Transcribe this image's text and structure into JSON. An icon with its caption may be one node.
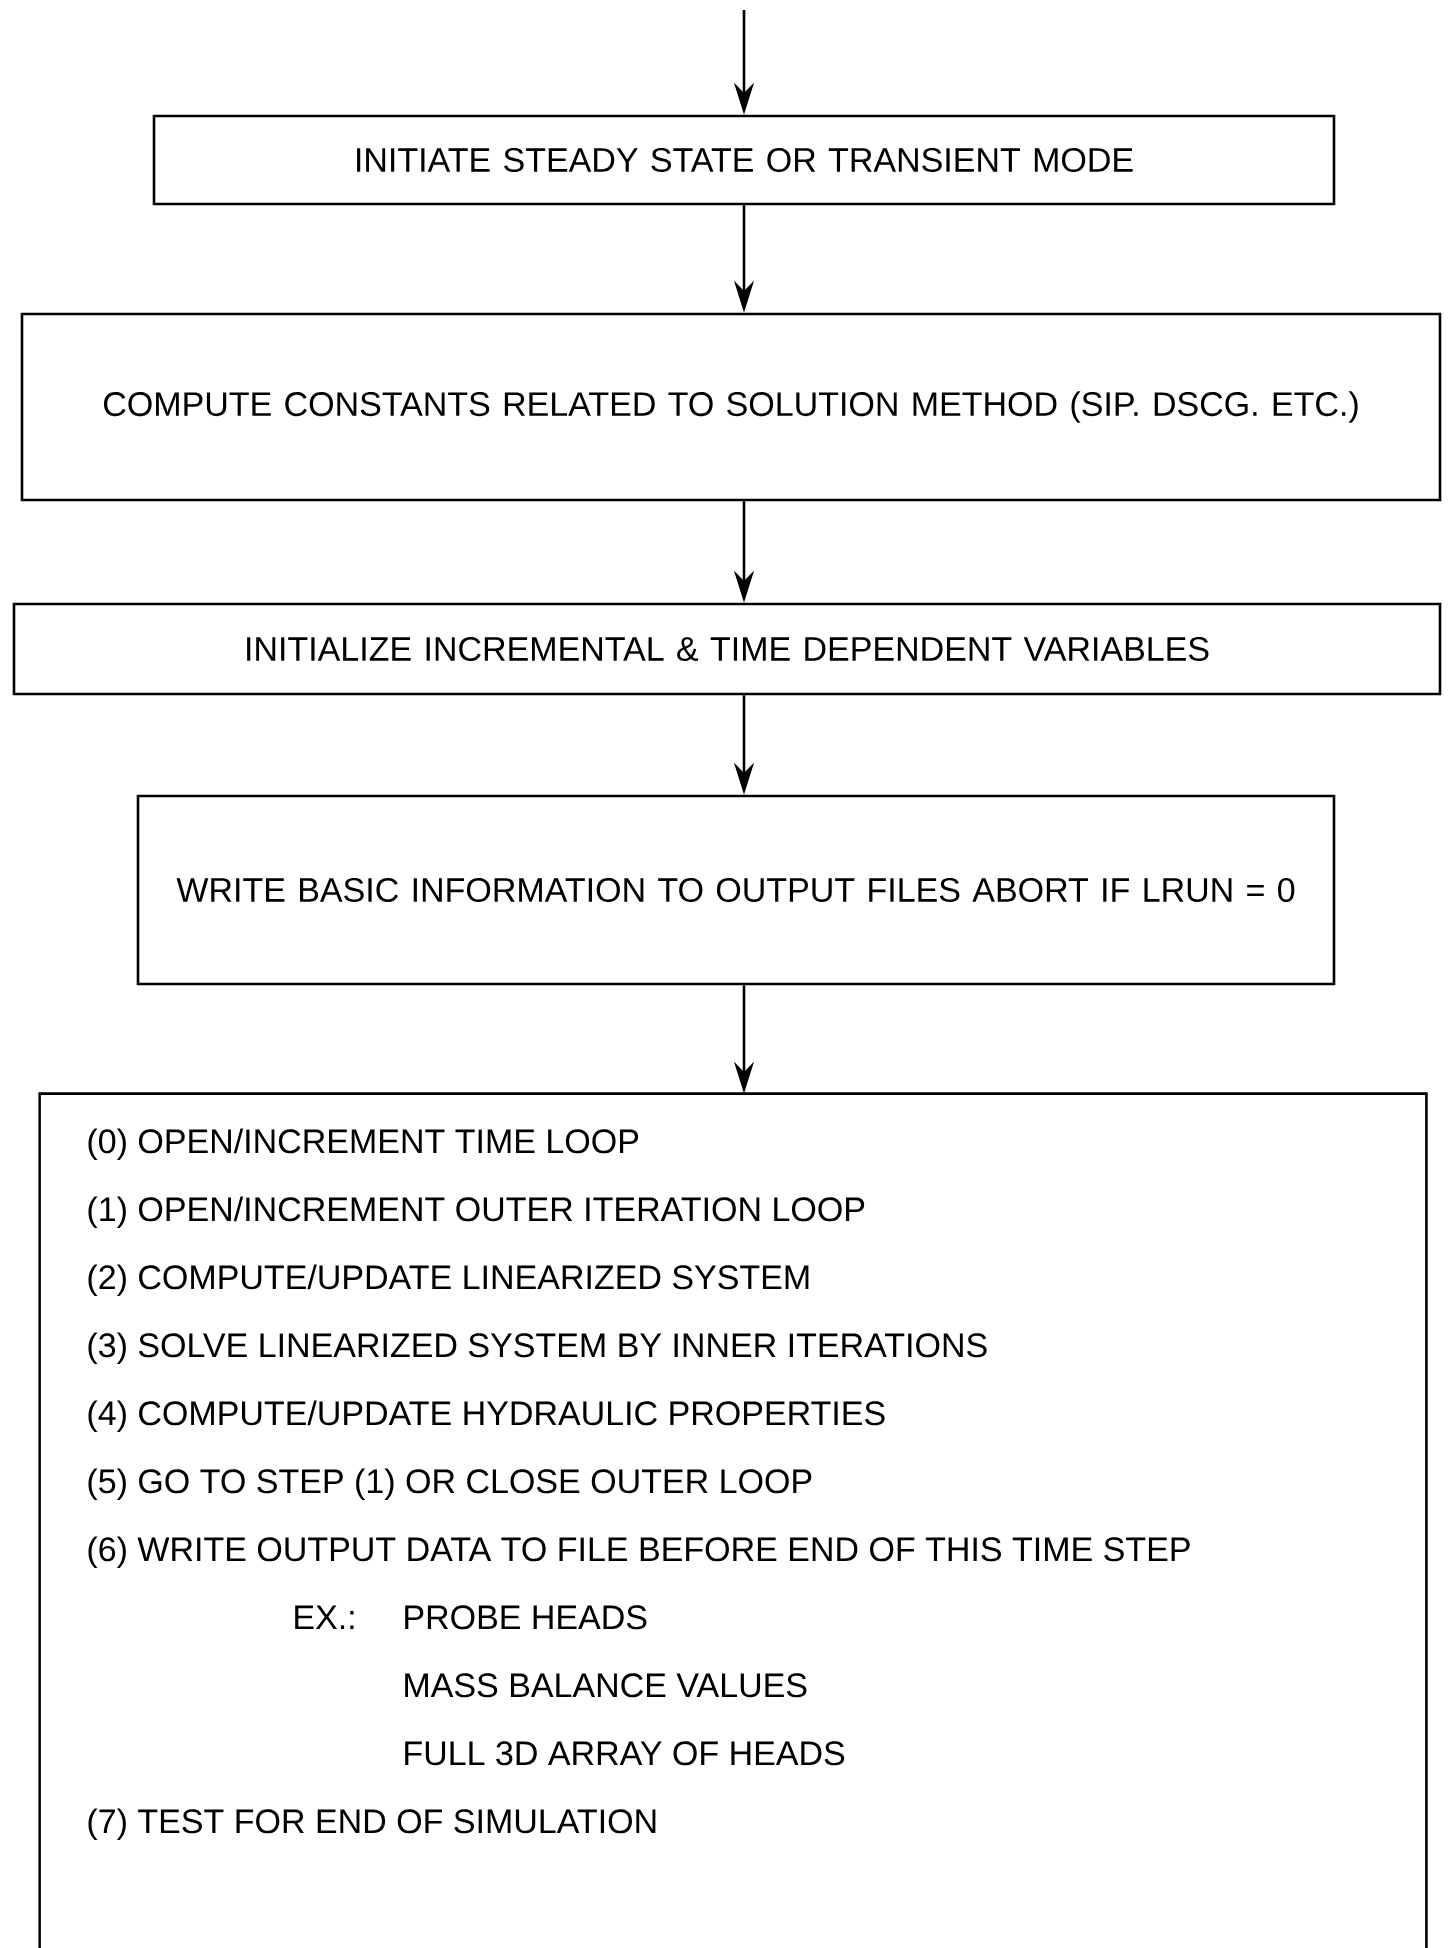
{
  "diagram": {
    "nodes": [
      {
        "text": [
          "INITIATE STEADY STATE OR TRANSIENT MODE"
        ]
      },
      {
        "text": [
          "COMPUTE CONSTANTS RELATED TO SOLUTION METHOD (SIP. DSCG. ETC.)"
        ]
      },
      {
        "text": [
          "INITIALIZE INCREMENTAL & TIME DEPENDENT VARIABLES"
        ]
      },
      {
        "text": [
          "WRITE BASIC INFORMATION TO OUTPUT FILES ABORT IF LRUN = 0"
        ]
      },
      {
        "text": [
          "(0) OPEN/INCREMENT TIME LOOP",
          "(1) OPEN/INCREMENT OUTER ITERATION LOOP",
          "(2) COMPUTE/UPDATE LINEARIZED SYSTEM",
          "(3) SOLVE LINEARIZED SYSTEM BY INNER ITERATIONS",
          "(4) COMPUTE/UPDATE HYDRAULIC PROPERTIES",
          "(5) GO TO STEP (1) OR CLOSE OUTER LOOP",
          "(6) WRITE OUTPUT DATA TO FILE BEFORE END OF THIS TIME STEP",
          "EX.:",
          "PROBE HEADS",
          "MASS BALANCE VALUES",
          "FULL 3D ARRAY OF HEADS",
          "(7) TEST FOR END OF SIMULATION"
        ]
      }
    ],
    "edges": [
      {
        "from": null,
        "to": 0,
        "arrow": "to"
      },
      {
        "from": 0,
        "to": 1,
        "arrow": "to"
      },
      {
        "from": 1,
        "to": 2,
        "arrow": "to"
      },
      {
        "from": 2,
        "to": 3,
        "arrow": "to"
      },
      {
        "from": 3,
        "to": 4,
        "arrow": "to"
      }
    ]
  }
}
